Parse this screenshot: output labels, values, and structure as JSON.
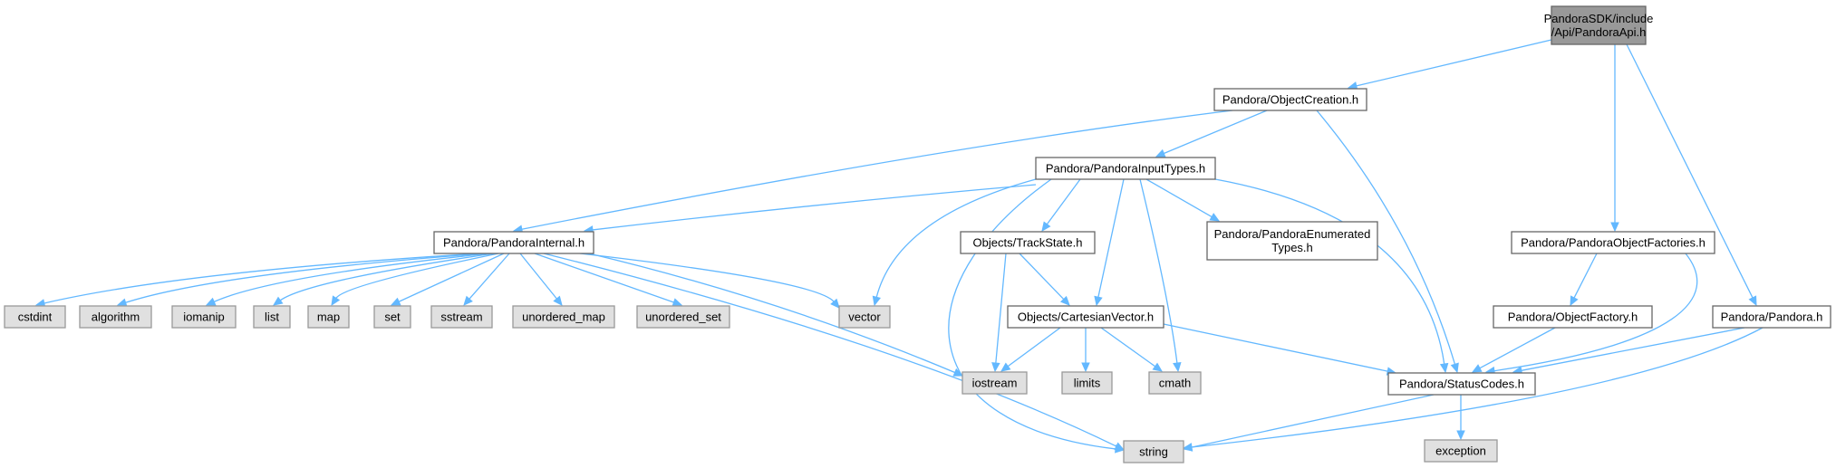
{
  "graph": {
    "colors": {
      "edge": "#63b8ff",
      "root_fill": "#999999",
      "root_border": "#666666",
      "header_fill": "#ffffff",
      "header_border": "#666666",
      "system_fill": "#e0e0e0",
      "system_border": "#999999",
      "text": "#000000"
    },
    "nodes": [
      {
        "id": "root",
        "kind": "root",
        "lines": [
          "PandoraSDK/include",
          "/Api/PandoraApi.h"
        ]
      },
      {
        "id": "objcreation",
        "kind": "header",
        "lines": [
          "Pandora/ObjectCreation.h"
        ]
      },
      {
        "id": "objfactories",
        "kind": "header",
        "lines": [
          "Pandora/PandoraObjectFactories.h"
        ]
      },
      {
        "id": "pandora",
        "kind": "header",
        "lines": [
          "Pandora/Pandora.h"
        ]
      },
      {
        "id": "inputtypes",
        "kind": "header",
        "lines": [
          "Pandora/PandoraInputTypes.h"
        ]
      },
      {
        "id": "internal",
        "kind": "header",
        "lines": [
          "Pandora/PandoraInternal.h"
        ]
      },
      {
        "id": "trackstate",
        "kind": "header",
        "lines": [
          "Objects/TrackState.h"
        ]
      },
      {
        "id": "enumtypes",
        "kind": "header",
        "lines": [
          "Pandora/PandoraEnumerated",
          "Types.h"
        ]
      },
      {
        "id": "objfactory",
        "kind": "header",
        "lines": [
          "Pandora/ObjectFactory.h"
        ]
      },
      {
        "id": "cartvector",
        "kind": "header",
        "lines": [
          "Objects/CartesianVector.h"
        ]
      },
      {
        "id": "statuscodes",
        "kind": "header",
        "lines": [
          "Pandora/StatusCodes.h"
        ]
      },
      {
        "id": "cstdint",
        "kind": "system",
        "lines": [
          "cstdint"
        ]
      },
      {
        "id": "algorithm",
        "kind": "system",
        "lines": [
          "algorithm"
        ]
      },
      {
        "id": "iomanip",
        "kind": "system",
        "lines": [
          "iomanip"
        ]
      },
      {
        "id": "list",
        "kind": "system",
        "lines": [
          "list"
        ]
      },
      {
        "id": "map",
        "kind": "system",
        "lines": [
          "map"
        ]
      },
      {
        "id": "set",
        "kind": "system",
        "lines": [
          "set"
        ]
      },
      {
        "id": "sstream",
        "kind": "system",
        "lines": [
          "sstream"
        ]
      },
      {
        "id": "unordered_map",
        "kind": "system",
        "lines": [
          "unordered_map"
        ]
      },
      {
        "id": "unordered_set",
        "kind": "system",
        "lines": [
          "unordered_set"
        ]
      },
      {
        "id": "vector",
        "kind": "system",
        "lines": [
          "vector"
        ]
      },
      {
        "id": "iostream",
        "kind": "system",
        "lines": [
          "iostream"
        ]
      },
      {
        "id": "limits",
        "kind": "system",
        "lines": [
          "limits"
        ]
      },
      {
        "id": "cmath",
        "kind": "system",
        "lines": [
          "cmath"
        ]
      },
      {
        "id": "string",
        "kind": "system",
        "lines": [
          "string"
        ]
      },
      {
        "id": "exception",
        "kind": "system",
        "lines": [
          "exception"
        ]
      }
    ],
    "edges": [
      {
        "from": "root",
        "to": "objcreation"
      },
      {
        "from": "root",
        "to": "objfactories"
      },
      {
        "from": "root",
        "to": "pandora"
      },
      {
        "from": "objcreation",
        "to": "internal"
      },
      {
        "from": "objcreation",
        "to": "inputtypes"
      },
      {
        "from": "objcreation",
        "to": "statuscodes"
      },
      {
        "from": "inputtypes",
        "to": "internal"
      },
      {
        "from": "inputtypes",
        "to": "trackstate"
      },
      {
        "from": "inputtypes",
        "to": "enumtypes"
      },
      {
        "from": "inputtypes",
        "to": "cartvector"
      },
      {
        "from": "inputtypes",
        "to": "vector"
      },
      {
        "from": "inputtypes",
        "to": "string"
      },
      {
        "from": "inputtypes",
        "to": "cmath"
      },
      {
        "from": "inputtypes",
        "to": "statuscodes"
      },
      {
        "from": "internal",
        "to": "cstdint"
      },
      {
        "from": "internal",
        "to": "algorithm"
      },
      {
        "from": "internal",
        "to": "iomanip"
      },
      {
        "from": "internal",
        "to": "list"
      },
      {
        "from": "internal",
        "to": "map"
      },
      {
        "from": "internal",
        "to": "set"
      },
      {
        "from": "internal",
        "to": "sstream"
      },
      {
        "from": "internal",
        "to": "unordered_map"
      },
      {
        "from": "internal",
        "to": "unordered_set"
      },
      {
        "from": "internal",
        "to": "vector"
      },
      {
        "from": "internal",
        "to": "iostream"
      },
      {
        "from": "internal",
        "to": "string"
      },
      {
        "from": "trackstate",
        "to": "cartvector"
      },
      {
        "from": "trackstate",
        "to": "iostream"
      },
      {
        "from": "cartvector",
        "to": "iostream"
      },
      {
        "from": "cartvector",
        "to": "limits"
      },
      {
        "from": "cartvector",
        "to": "cmath"
      },
      {
        "from": "cartvector",
        "to": "statuscodes"
      },
      {
        "from": "objfactories",
        "to": "objfactory"
      },
      {
        "from": "objfactories",
        "to": "statuscodes"
      },
      {
        "from": "objfactory",
        "to": "statuscodes"
      },
      {
        "from": "pandora",
        "to": "statuscodes"
      },
      {
        "from": "pandora",
        "to": "string"
      },
      {
        "from": "statuscodes",
        "to": "string"
      },
      {
        "from": "statuscodes",
        "to": "exception"
      }
    ]
  }
}
